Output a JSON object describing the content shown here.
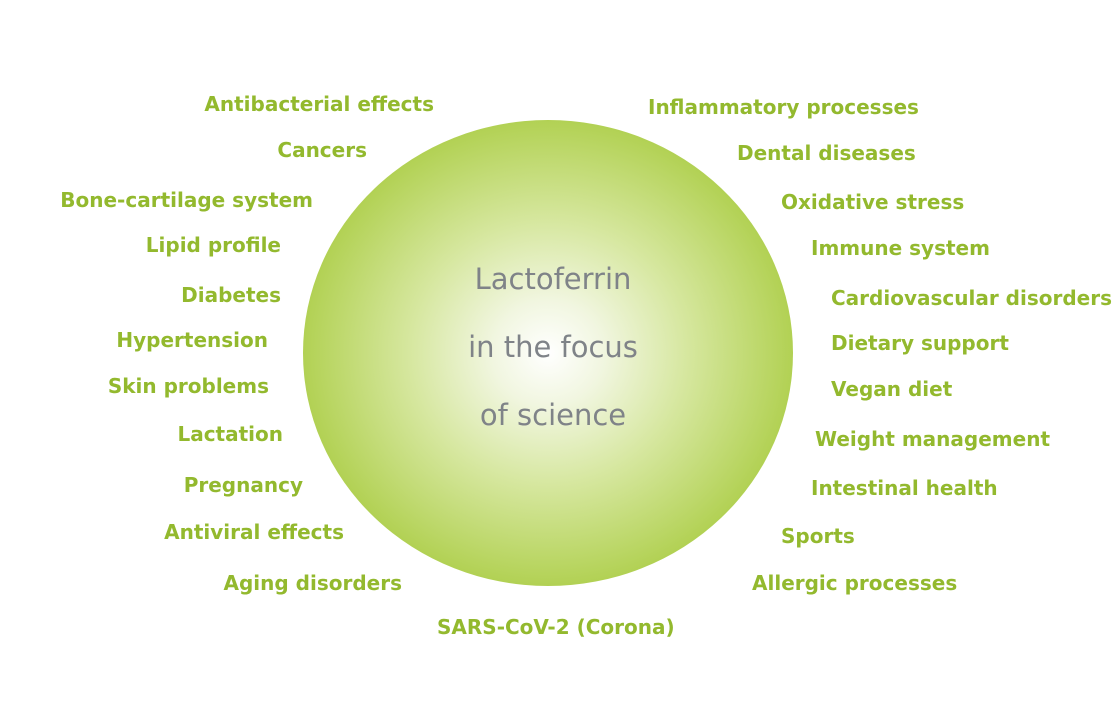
{
  "center": {
    "line1": "Lactoferrin",
    "line2": "in the focus",
    "line3": "of science"
  },
  "left_topics": [
    "Antibacterial effects",
    "Cancers",
    "Bone-cartilage system",
    "Lipid profile",
    "Diabetes",
    "Hypertension",
    "Skin problems",
    "Lactation",
    "Pregnancy",
    "Antiviral effects",
    "Aging disorders"
  ],
  "right_topics": [
    "Inflammatory processes",
    "Dental diseases",
    "Oxidative stress",
    "Immune system",
    "Cardiovascular disorders",
    "Dietary support",
    "Vegan diet",
    "Weight management",
    "Intestinal health",
    "Sports",
    "Allergic processes"
  ],
  "bottom_topic": "SARS-CoV-2 (Corona)",
  "colors": {
    "accent_green": "#93b92e",
    "circle_edge": "#97be25",
    "center_text": "#7f8388"
  }
}
